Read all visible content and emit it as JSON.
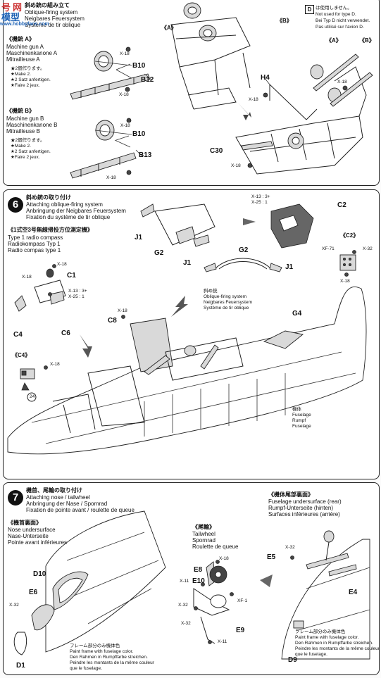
{
  "watermark": {
    "cn": "模型",
    "site": "www.hobbyfans.com",
    "char1": "号",
    "char2": "网"
  },
  "step5": {
    "title_jp": "斜め銃の組み立て",
    "title_en": "Oblique-firing system",
    "title_de": "Neigbares Feuersystem",
    "title_fr": "Système de tir oblique",
    "note_badge": "D",
    "note_jp": "は使用しません。",
    "note_en": "Not used for type D.",
    "note_de": "Bei Typ D nicht verwendet.",
    "note_fr": "Pas utilisé sur l'avion D.",
    "gun_a": {
      "head": "《機銃 A》",
      "en": "Machine gun A",
      "de": "Maschinenkanone A",
      "fr": "Mitrailleuse A",
      "m1": "★2個作ります。",
      "m2": "★Make 2.",
      "m3": "★2 Satz anfertigen.",
      "m4": "★Faire 2 jeux."
    },
    "gun_b": {
      "head": "《機銃 B》",
      "en": "Machine gun B",
      "de": "Maschinenkanone B",
      "fr": "Mitrailleuse B",
      "m1": "★2個作ります。",
      "m2": "★Make 2.",
      "m3": "★2 Satz anfertigen.",
      "m4": "★Faire 2 jeux."
    },
    "parts": {
      "b10a": "B10",
      "b12": "B12",
      "b10b": "B10",
      "b13": "B13",
      "h4": "H4",
      "c30": "C30",
      "a1": "《A》",
      "b1": "《B》",
      "a2": "《A》",
      "b2": "《B》"
    },
    "x18": "X-18"
  },
  "step6": {
    "num": "6",
    "title_jp": "斜め銃の取り付け",
    "title_en": "Attaching oblique-firing system",
    "title_de": "Anbringung der Neigbares Feuersystem",
    "title_fr": "Fixation du système de tir oblique",
    "radio_head": "《1式空3号無線帰投方位測定機》",
    "radio_en": "Type 1 radio compass",
    "radio_de": "Radiokompass Typ 1",
    "radio_fr": "Radio compas type 1",
    "mix1": "X-13 : 3+",
    "mix2": "X-25 : 1",
    "mix3": "X-13 : 3+",
    "mix4": "X-25 : 1",
    "c2_head": "《C2》",
    "c4_head": "《C4》",
    "xf71": "XF-71",
    "x32": "X-32",
    "x18": "X-18",
    "oblique_jp": "斜め銃",
    "oblique_en": "Oblique-firing system",
    "oblique_de": "Neigbares Feuersystem",
    "oblique_fr": "Système de tir oblique",
    "fus_jp": "機体",
    "fus_en": "Fuselage",
    "fus_de": "Rumpf",
    "fus_fr": "Fuselage",
    "ref24": "24",
    "parts": {
      "j1a": "J1",
      "g2a": "G2",
      "j1b": "J1",
      "g2b": "G2",
      "j1c": "J1",
      "c2": "C2",
      "c1": "C1",
      "c4": "C4",
      "c6": "C6",
      "c8": "C8",
      "g4": "G4"
    }
  },
  "step7": {
    "num": "7",
    "title_jp": "機首、尾輪の取り付け",
    "title_en": "Attaching nose / tailwheel",
    "title_de": "Anbringung der Nase / Spornrad",
    "title_fr": "Fixation de pointe avant / roulette de queue",
    "nose_head": "《機首裏面》",
    "nose_en": "Nose undersurface",
    "nose_de": "Nase-Unterseite",
    "nose_fr": "Pointe avant inférieures",
    "tail_head": "《尾輪》",
    "tail_en": "Tailwheel",
    "tail_de": "Spornrad",
    "tail_fr": "Roulette de queue",
    "rear_head": "《機体尾部裏面》",
    "rear_en": "Fuselage undersurface (rear)",
    "rear_de": "Rumpf-Unterseite (hinten)",
    "rear_fr": "Surfaces inférieures (arrière)",
    "frame_jp": "フレーム部分のみ機体色",
    "frame_en": "Paint frame with fuselage color.",
    "frame_de": "Den Rahmen in Rumpffarbe streichen.",
    "frame_fr1": "Peindre les montants de la même couleur",
    "frame_fr2": "que le fuselage.",
    "frame2_jp": "フレーム部分のみ機体色",
    "frame2_en": "Paint frame with fuselage color.",
    "frame2_de": "Den Rahmen in Rumpffarbe streichen.",
    "frame2_fr1": "Peindre les montants de la même couleur",
    "frame2_fr2": "que le fuselage.",
    "parts": {
      "d10": "D10",
      "e6": "E6",
      "d1": "D1",
      "e8": "E8",
      "e10": "E10",
      "e9": "E9",
      "e5": "E5",
      "e4": "E4",
      "d9": "D9"
    },
    "x32": "X-32",
    "x18": "X-18",
    "x11": "X-11",
    "xf1": "XF-1"
  }
}
